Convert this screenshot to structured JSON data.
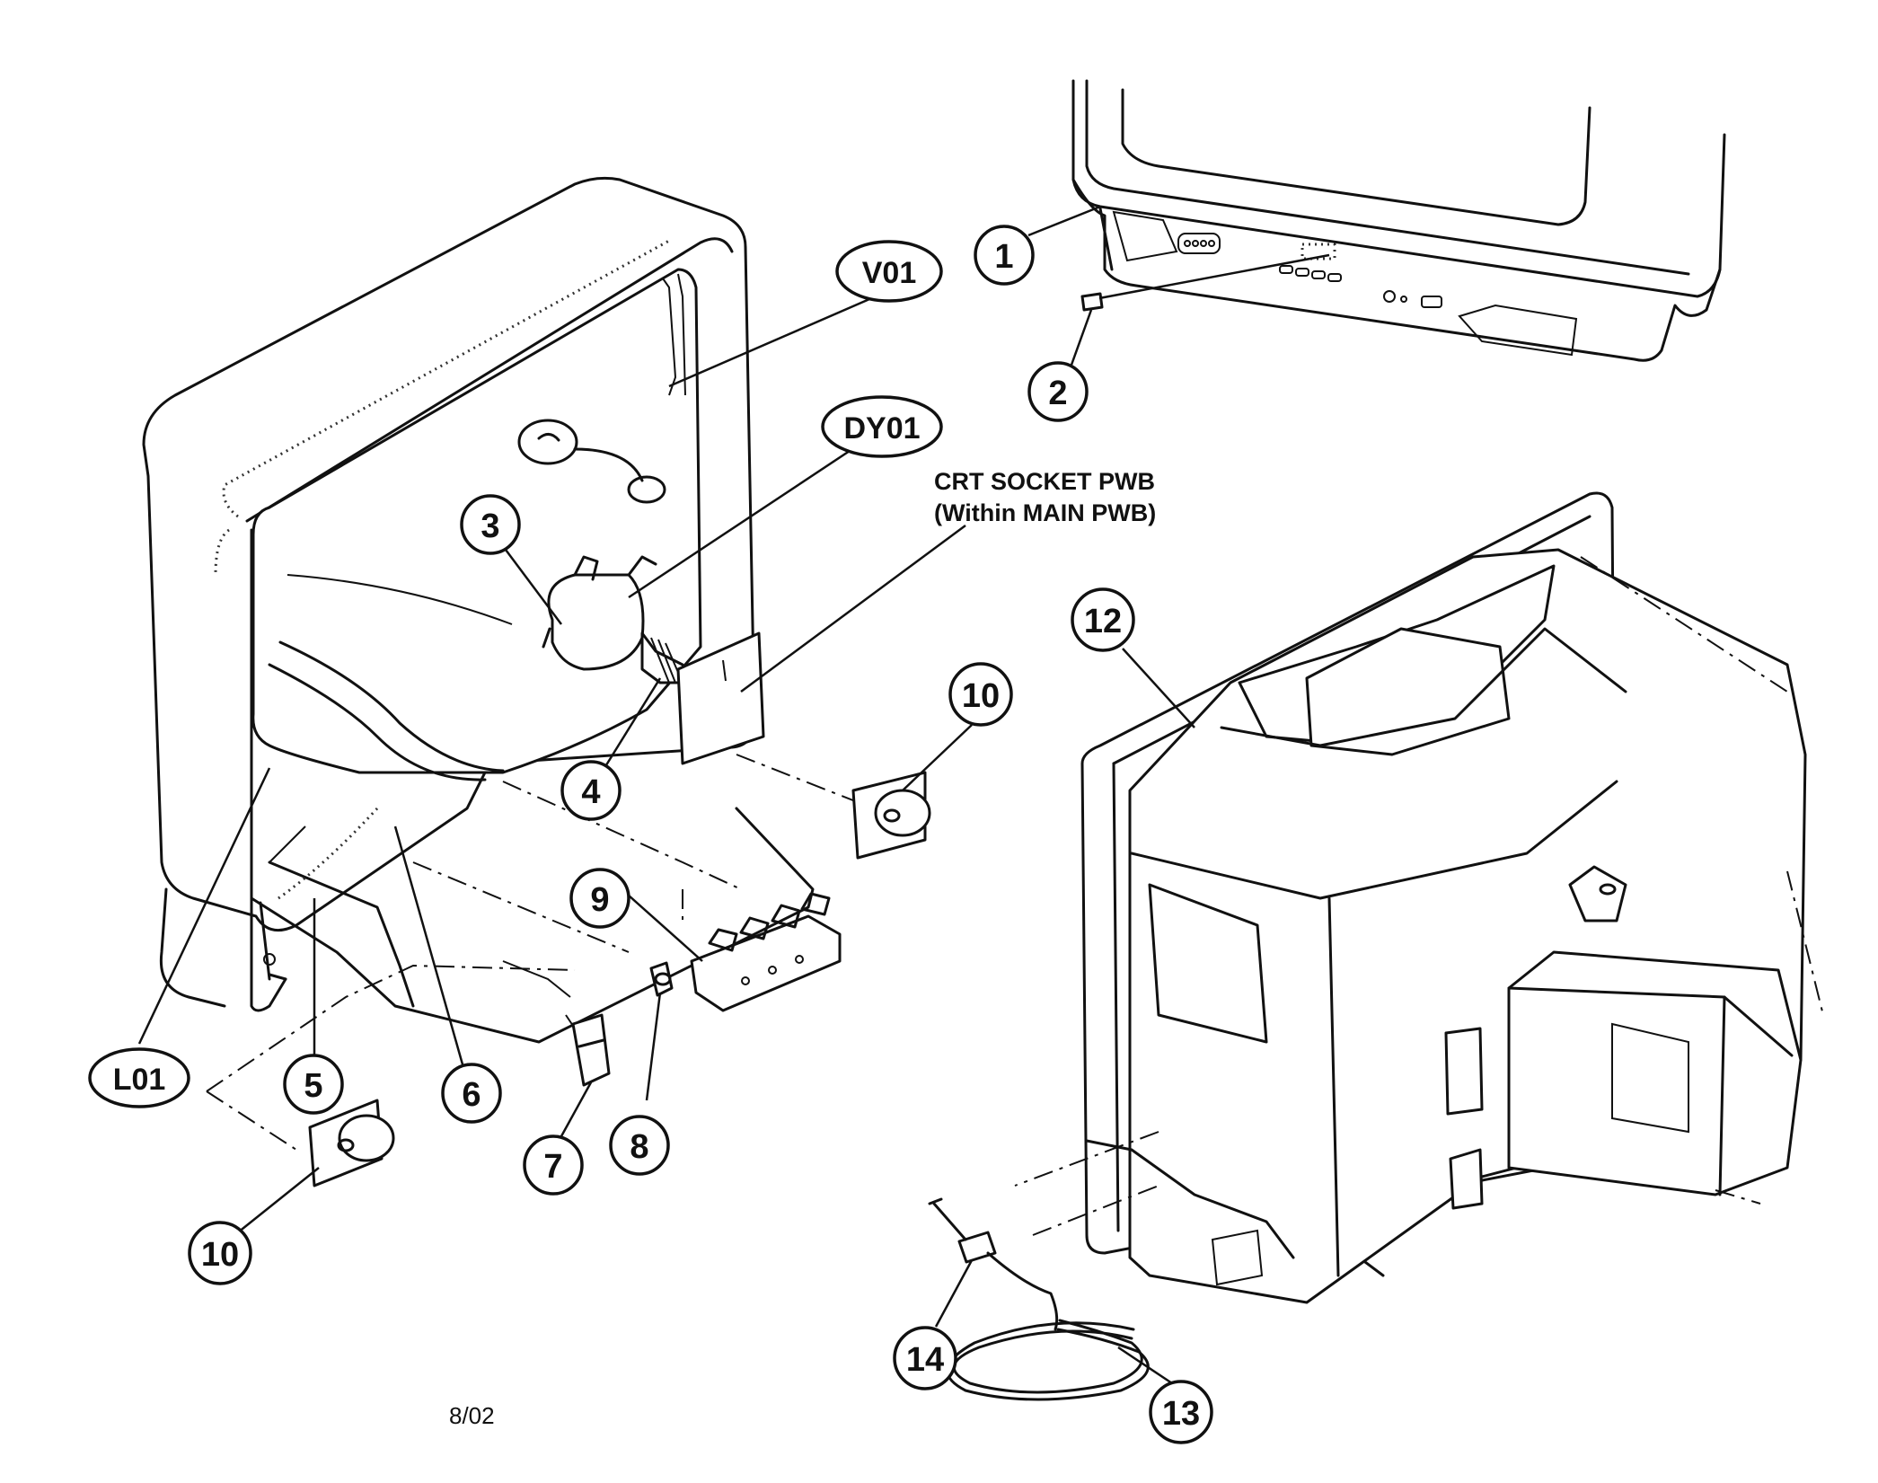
{
  "diagram": {
    "callouts": {
      "c1": "1",
      "c2": "2",
      "c3": "3",
      "c4": "4",
      "c5": "5",
      "c6": "6",
      "c7": "7",
      "c8": "8",
      "c9": "9",
      "c10a": "10",
      "c10b": "10",
      "c12": "12",
      "c13": "13",
      "c14": "14",
      "v01": "V01",
      "dy01": "DY01",
      "l01": "L01"
    },
    "note": {
      "line1": "CRT SOCKET PWB",
      "line2": "(Within MAIN PWB)"
    },
    "date_code": "8/02"
  }
}
